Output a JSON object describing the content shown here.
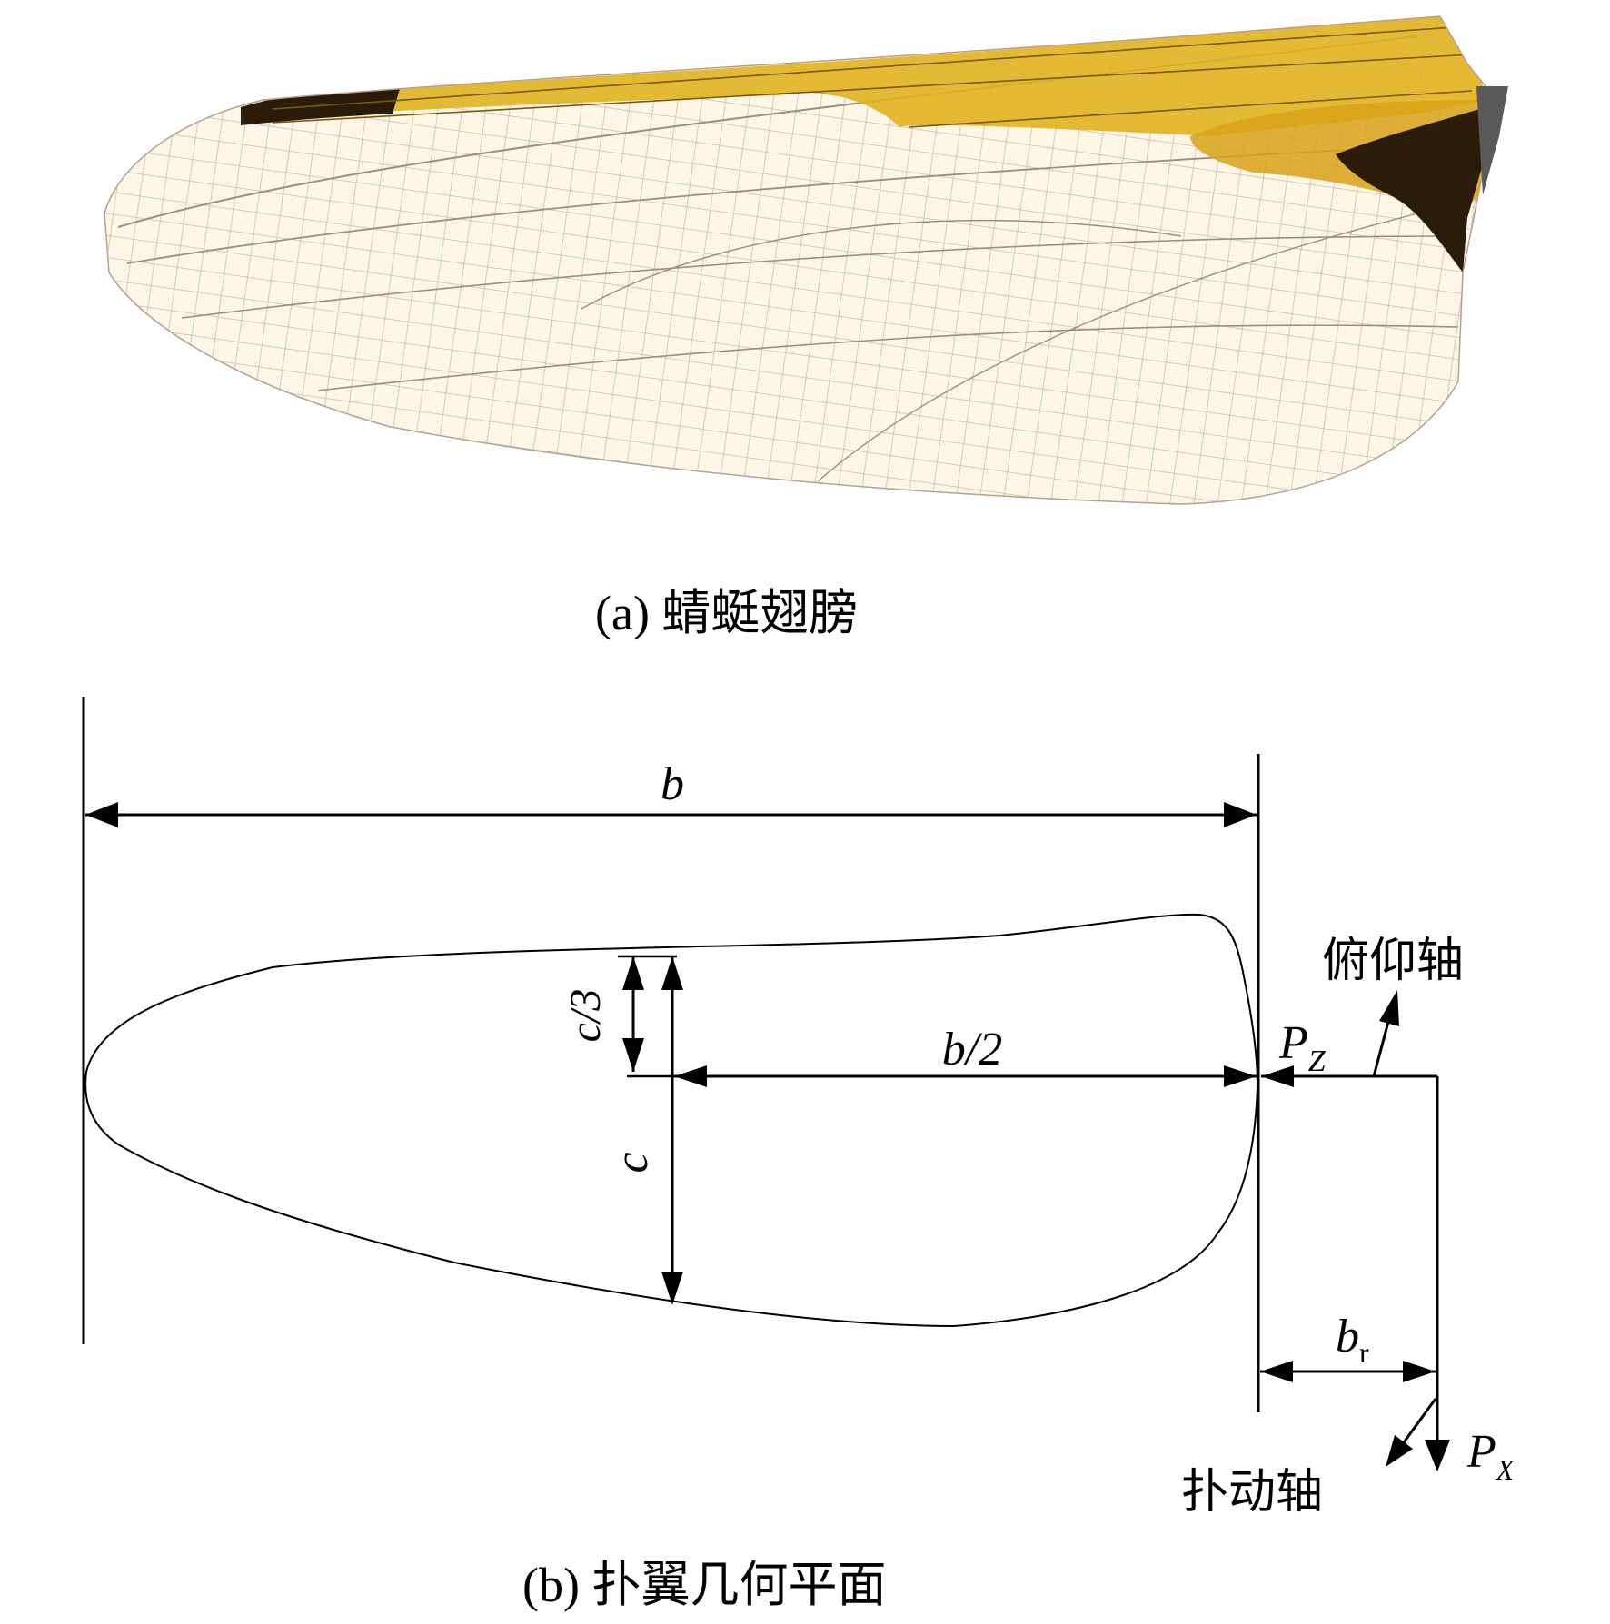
{
  "captions": {
    "a": "(a) 蜻蜓翅膀",
    "b": "(b) 扑翼几何平面"
  },
  "labels": {
    "span": "b",
    "half_span": "b/2",
    "third_chord": "c/3",
    "chord": "c",
    "root_offset_base": "b",
    "root_offset_sub": "r",
    "pitch_axis": "俯仰轴",
    "flap_axis": "扑动轴",
    "pz_base": "P",
    "pz_sub": "Z",
    "px_base": "P",
    "px_sub": "X"
  },
  "colors": {
    "wing_membrane": "#fdf6e6",
    "wing_vein": "#b7a89c",
    "wing_amber": "#e0b21c",
    "wing_dark": "#2a1c08",
    "line": "#000000"
  }
}
